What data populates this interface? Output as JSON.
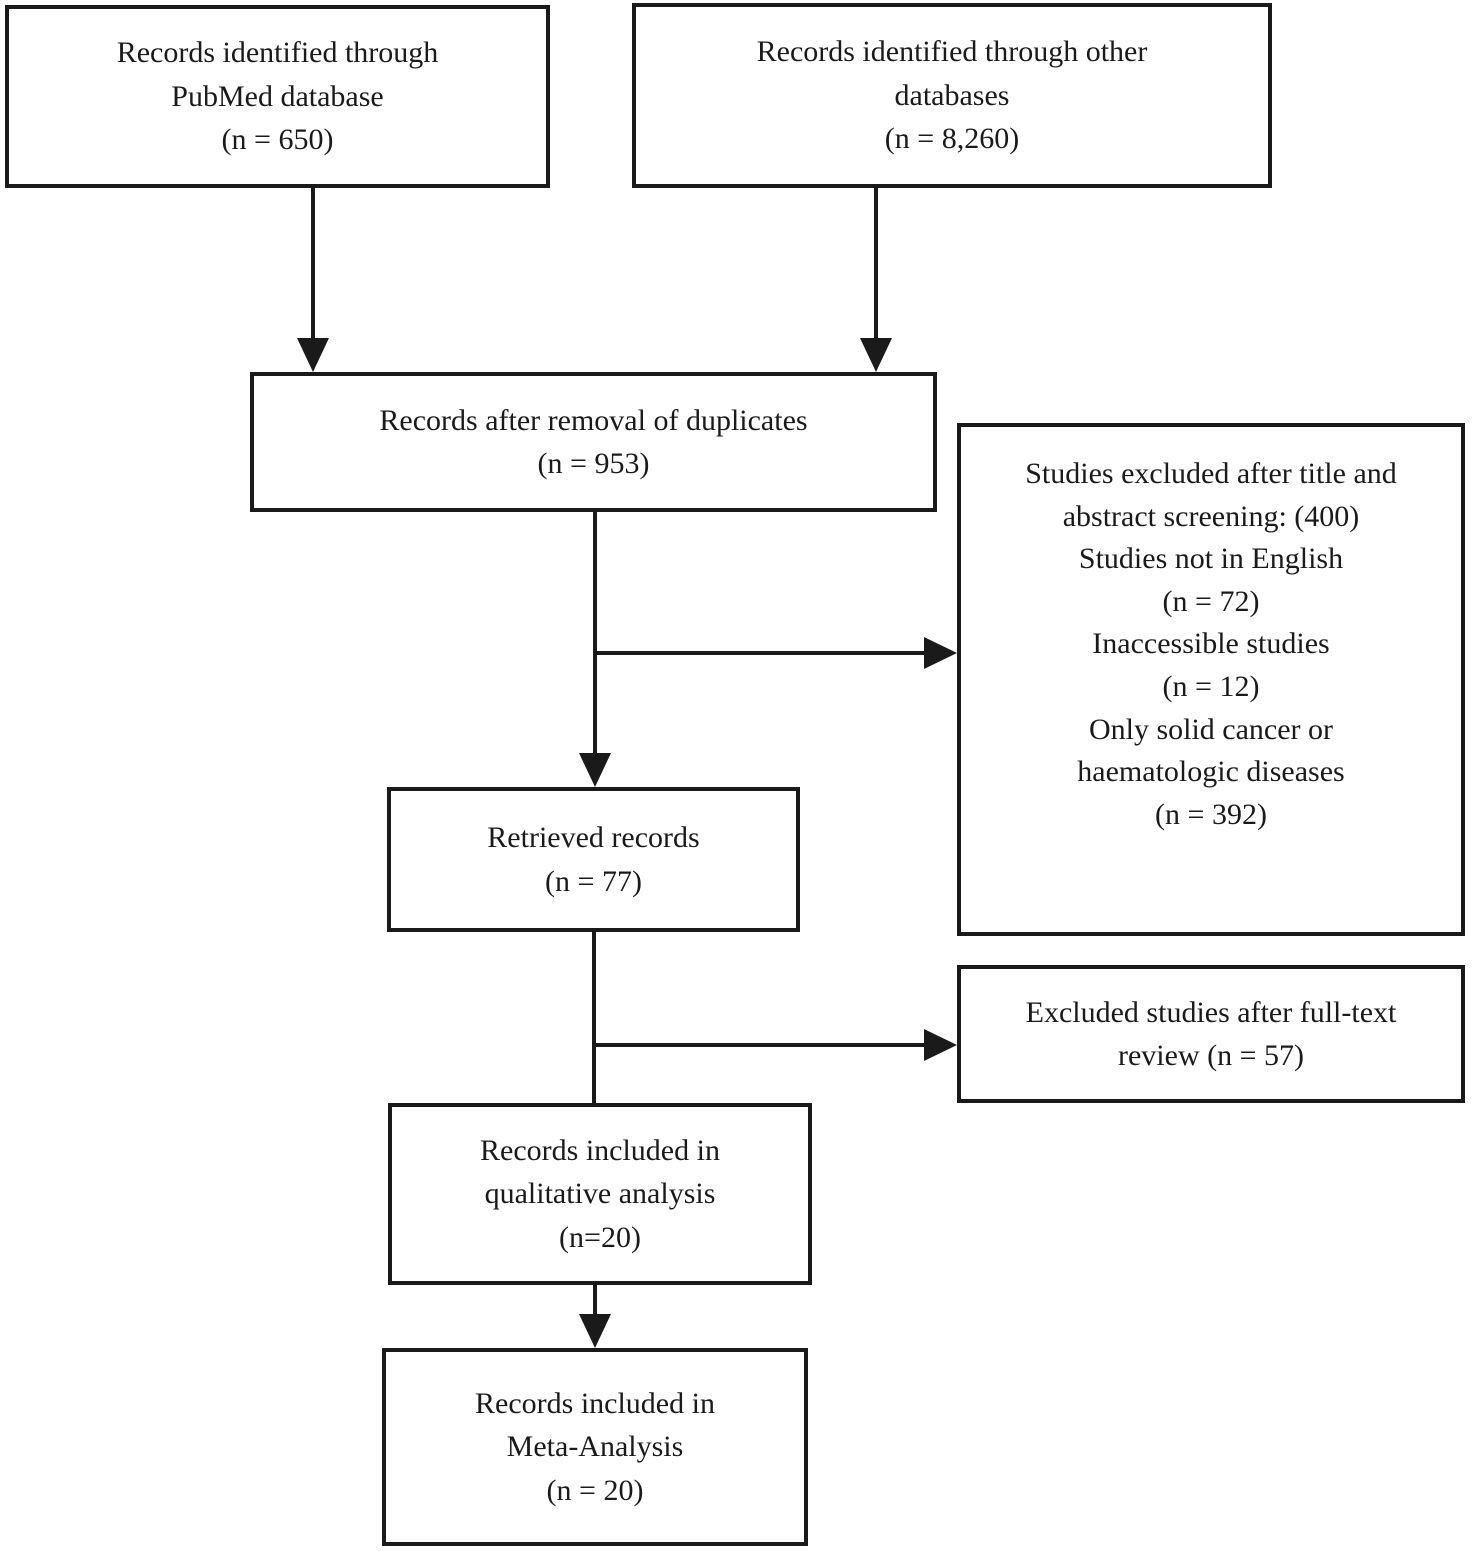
{
  "diagram": {
    "kind": "study-selection-flowchart",
    "colors": {
      "background": "#ffffff",
      "box_border": "#1a1a1a",
      "text": "#1a1a1a",
      "arrow": "#1a1a1a"
    },
    "nodes": {
      "pubmed": {
        "lines": [
          "Records identified through",
          "PubMed database",
          "(n = 650)"
        ],
        "count": 650
      },
      "other": {
        "lines": [
          "Records identified through other",
          "databases",
          "(n = 8,260)"
        ],
        "count": 8260
      },
      "duplicates": {
        "lines": [
          "Records after removal of duplicates",
          "(n = 953)"
        ],
        "count": 953
      },
      "excluded_screening": {
        "lines": [
          "Studies excluded after title and",
          "abstract screening: (400)",
          "Studies not in English",
          "(n = 72)",
          "Inaccessible studies",
          "(n = 12)",
          "Only solid cancer or",
          "haematologic diseases",
          "(n = 392)"
        ],
        "count": 400
      },
      "retrieved": {
        "lines": [
          "Retrieved records",
          "(n = 77)"
        ],
        "count": 77
      },
      "excluded_fulltext": {
        "lines": [
          "Excluded studies after full-text",
          "review (n = 57)"
        ],
        "count": 57
      },
      "qualitative": {
        "lines": [
          "Records included in",
          "qualitative analysis",
          "(n=20)"
        ],
        "count": 20
      },
      "meta": {
        "lines": [
          "Records included in",
          "Meta-Analysis",
          "(n = 20)"
        ],
        "count": 20
      }
    },
    "edges": [
      {
        "from": "pubmed",
        "to": "duplicates",
        "arrowhead": true
      },
      {
        "from": "other",
        "to": "duplicates",
        "arrowhead": true
      },
      {
        "from": "duplicates",
        "to": "excluded_screening",
        "arrowhead": true
      },
      {
        "from": "duplicates",
        "to": "retrieved",
        "arrowhead": true
      },
      {
        "from": "retrieved",
        "to": "excluded_fulltext",
        "arrowhead": true
      },
      {
        "from": "retrieved",
        "to": "qualitative",
        "arrowhead": false
      },
      {
        "from": "qualitative",
        "to": "meta",
        "arrowhead": true
      }
    ]
  }
}
